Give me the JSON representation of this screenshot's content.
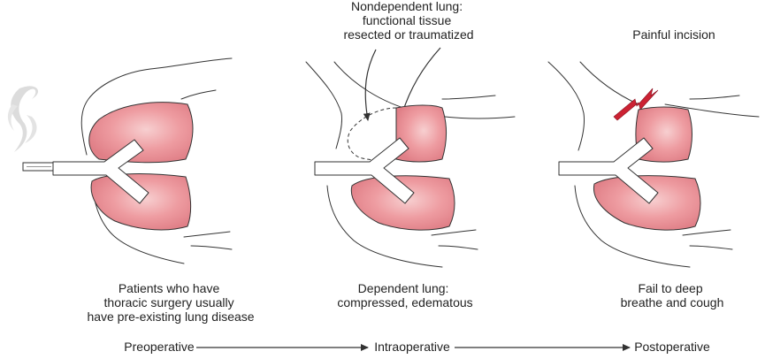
{
  "colors": {
    "lung_fill": "#e8888f",
    "lung_highlight": "#f6c8c9",
    "lightning": "#cc2233",
    "outline": "#333333",
    "smoke": "#d8d8d8"
  },
  "icons": [
    "smoke-icon",
    "cigarette-icon",
    "lightning-icon"
  ],
  "panels": [
    {
      "id": "preoperative",
      "annotation": [],
      "caption": [
        "Patients who have",
        "thoracic surgery usually",
        "have pre-existing lung disease"
      ]
    },
    {
      "id": "intraoperative",
      "annotation": [
        "Nondependent lung:",
        "functional tissue",
        "resected or traumatized"
      ],
      "caption": [
        "Dependent lung:",
        "compressed, edematous"
      ]
    },
    {
      "id": "postoperative",
      "annotation": [
        "Painful incision"
      ],
      "caption": [
        "Fail to deep",
        "breathe and cough"
      ]
    }
  ],
  "timeline": [
    "Preoperative",
    "Intraoperative",
    "Postoperative"
  ]
}
